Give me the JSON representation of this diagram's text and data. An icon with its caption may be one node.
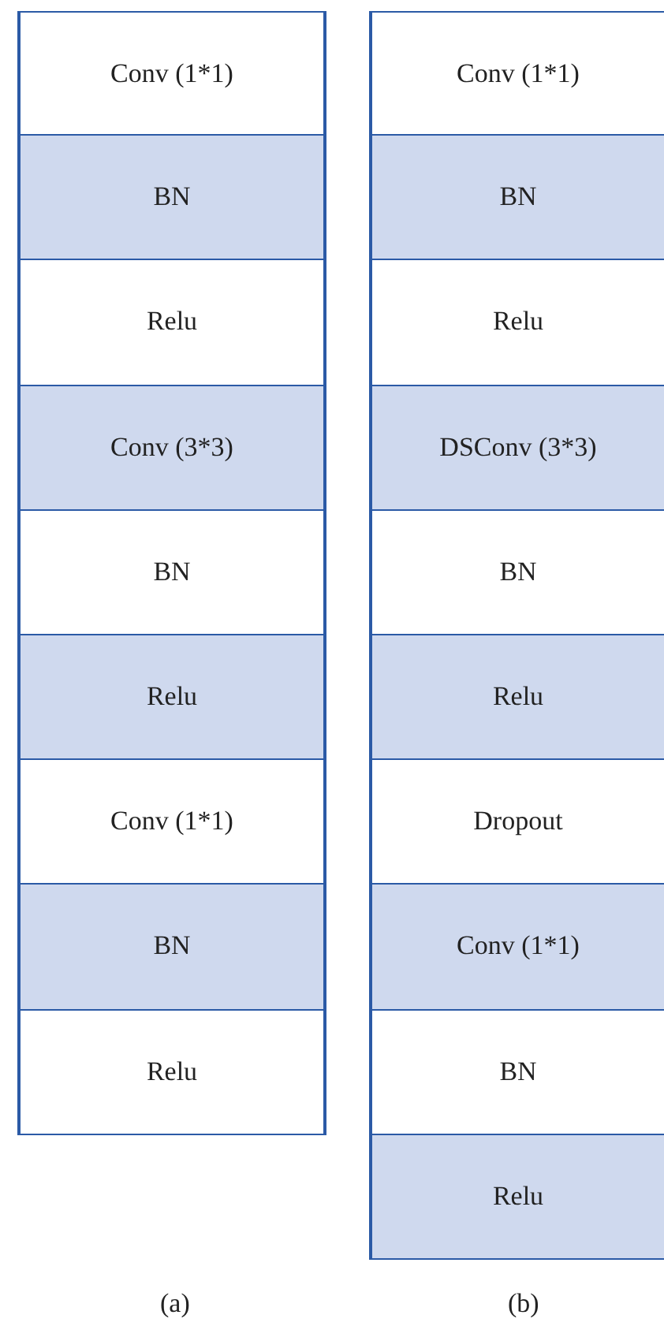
{
  "diagram": {
    "nodes": [
      {
        "text": [
          "Conv (1*1)"
        ]
      },
      {
        "text": [
          "BN"
        ]
      },
      {
        "text": [
          "Relu"
        ]
      },
      {
        "text": [
          "Conv (3*3)"
        ]
      },
      {
        "text": [
          "BN"
        ]
      },
      {
        "text": [
          "Relu"
        ]
      },
      {
        "text": [
          "Conv (1*1)"
        ]
      },
      {
        "text": [
          "BN"
        ]
      },
      {
        "text": [
          "Relu"
        ]
      },
      {
        "text": [
          "Conv (1*1)"
        ]
      },
      {
        "text": [
          "BN"
        ]
      },
      {
        "text": [
          "Relu"
        ]
      },
      {
        "text": [
          "DSConv (3*3)"
        ]
      },
      {
        "text": [
          "BN"
        ]
      },
      {
        "text": [
          "Relu"
        ]
      },
      {
        "text": [
          "Dropout"
        ]
      },
      {
        "text": [
          "Conv (1*1)"
        ]
      },
      {
        "text": [
          "BN"
        ]
      },
      {
        "text": [
          "Relu"
        ]
      }
    ],
    "labels": [
      "(a)",
      "(b)"
    ]
  }
}
